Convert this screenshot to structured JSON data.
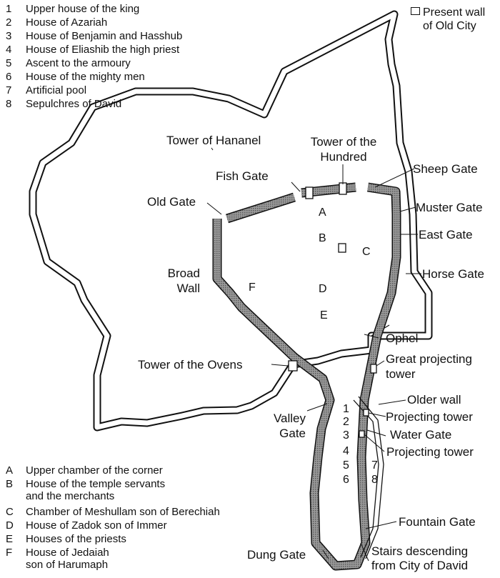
{
  "legend_numbered": [
    {
      "key": "1",
      "text": "Upper house of the king"
    },
    {
      "key": "2",
      "text": "House of Azariah"
    },
    {
      "key": "3",
      "text": "House of Benjamin and Hasshub"
    },
    {
      "key": "4",
      "text": "House of Eliashib the high priest"
    },
    {
      "key": "5",
      "text": "Ascent to the armoury"
    },
    {
      "key": "6",
      "text": "House of the mighty men"
    },
    {
      "key": "7",
      "text": "Artificial pool"
    },
    {
      "key": "8",
      "text": "Sepulchres of David"
    }
  ],
  "legend_lettered": [
    {
      "key": "A",
      "text": "Upper chamber of the corner"
    },
    {
      "key": "B",
      "text": "House of the temple servants\nand the merchants"
    },
    {
      "key": "C",
      "text": "Chamber of Meshullam  son of Berechiah"
    },
    {
      "key": "D",
      "text": "House of Zadok  son of Immer"
    },
    {
      "key": "E",
      "text": "Houses of the priests"
    },
    {
      "key": "F",
      "text": "House of Jedaiah\nson of Harumaph"
    }
  ],
  "present_wall_key": "Present wall\nof Old City",
  "labels": {
    "tower_hananel": "Tower of Hananel",
    "tower_hundred": "Tower of the\nHundred",
    "fish_gate": "Fish Gate",
    "sheep_gate": "Sheep Gate",
    "old_gate": "Old Gate",
    "muster_gate": "Muster Gate",
    "east_gate": "East Gate",
    "broad_wall": "Broad\nWall",
    "horse_gate": "Horse Gate",
    "ophel": "Ophel",
    "great_projecting_tower": "Great projecting\ntower",
    "tower_ovens": "Tower of the Ovens",
    "older_wall": "Older wall",
    "valley_gate": "Valley\nGate",
    "projecting_tower_1": "Projecting tower",
    "water_gate": "Water Gate",
    "projecting_tower_2": "Projecting tower",
    "fountain_gate": "Fountain Gate",
    "dung_gate": "Dung Gate",
    "stairs": "Stairs descending\nfrom City of David"
  },
  "map_letters": {
    "A": "A",
    "B": "B",
    "C": "C",
    "D": "D",
    "E": "E",
    "F": "F"
  },
  "map_numbers": [
    "1",
    "2",
    "3",
    "4",
    "5",
    "6",
    "7",
    "8"
  ],
  "colors": {
    "ink": "#111111",
    "hatch": "#8a8a8a",
    "paper": "#ffffff"
  }
}
